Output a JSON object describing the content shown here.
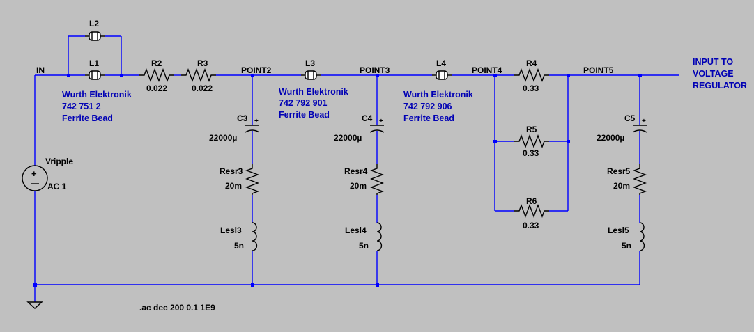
{
  "nets": {
    "in": "IN",
    "point2": "POINT2",
    "point3": "POINT3",
    "point4": "POINT4",
    "point5": "POINT5",
    "regulator_input": [
      "INPUT TO",
      "VOLTAGE",
      "REGULATOR"
    ]
  },
  "source": {
    "name": "Vripple",
    "value": "AC 1"
  },
  "components": {
    "L1": {
      "name": "L1"
    },
    "L2": {
      "name": "L2"
    },
    "L3": {
      "name": "L3"
    },
    "L4": {
      "name": "L4"
    },
    "R2": {
      "name": "R2",
      "value": "0.022"
    },
    "R3": {
      "name": "R3",
      "value": "0.022"
    },
    "R4": {
      "name": "R4",
      "value": "0.33"
    },
    "R5": {
      "name": "R5",
      "value": "0.33"
    },
    "R6": {
      "name": "R6",
      "value": "0.33"
    },
    "C3": {
      "name": "C3",
      "value": "22000µ"
    },
    "C4": {
      "name": "C4",
      "value": "22000µ"
    },
    "C5": {
      "name": "C5",
      "value": "22000µ"
    },
    "Resr3": {
      "name": "Resr3",
      "value": "20m"
    },
    "Resr4": {
      "name": "Resr4",
      "value": "20m"
    },
    "Resr5": {
      "name": "Resr5",
      "value": "20m"
    },
    "Lesl3": {
      "name": "Lesl3",
      "value": "5n"
    },
    "Lesl4": {
      "name": "Lesl4",
      "value": "5n"
    },
    "Lesl5": {
      "name": "Lesl5",
      "value": "5n"
    }
  },
  "annotations": {
    "bead1": [
      "Wurth Elektronik",
      "742 751 2",
      "Ferrite Bead"
    ],
    "bead3": [
      "Wurth Elektronik",
      "742 792 901",
      "Ferrite Bead"
    ],
    "bead4": [
      "Wurth Elektronik",
      "742 792 906",
      "Ferrite Bead"
    ]
  },
  "spice_directive": ".ac dec 200 0.1 1E9",
  "colors": {
    "background": "#c0c0c0",
    "wire": "#0000ff",
    "annotation": "#0000b4"
  }
}
